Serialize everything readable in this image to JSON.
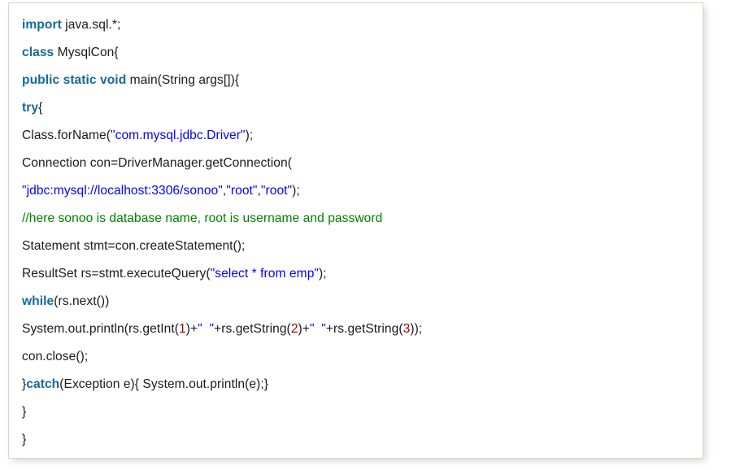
{
  "code_block": {
    "language": "java",
    "border_color": "#d7d7c2",
    "background_color": "#ffffff",
    "token_colors": {
      "keyword": "#15699c",
      "string": "#0000ff",
      "comment": "#008000",
      "number": "#9c0000",
      "plain": "#1a1a1a"
    },
    "lines": [
      {
        "id": "line-1",
        "tokens": [
          {
            "t": "kw",
            "v": "import"
          },
          {
            "t": "plain",
            "v": " java.sql.*;"
          }
        ]
      },
      {
        "id": "line-2",
        "tokens": [
          {
            "t": "kw",
            "v": "class"
          },
          {
            "t": "plain",
            "v": " MysqlCon{"
          }
        ]
      },
      {
        "id": "line-3",
        "tokens": [
          {
            "t": "kw",
            "v": "public static void"
          },
          {
            "t": "plain",
            "v": " main(String args[]){"
          }
        ]
      },
      {
        "id": "line-4",
        "tokens": [
          {
            "t": "kw",
            "v": "try"
          },
          {
            "t": "plain",
            "v": "{"
          }
        ]
      },
      {
        "id": "line-5",
        "tokens": [
          {
            "t": "plain",
            "v": "Class.forName("
          },
          {
            "t": "str",
            "v": "\"com.mysql.jdbc.Driver\""
          },
          {
            "t": "plain",
            "v": ");"
          }
        ]
      },
      {
        "id": "line-6",
        "tokens": [
          {
            "t": "plain",
            "v": "Connection con=DriverManager.getConnection("
          }
        ]
      },
      {
        "id": "line-7",
        "tokens": [
          {
            "t": "str",
            "v": "\"jdbc:mysql://localhost:3306/sonoo\""
          },
          {
            "t": "plain",
            "v": ","
          },
          {
            "t": "str",
            "v": "\"root\""
          },
          {
            "t": "plain",
            "v": ","
          },
          {
            "t": "str",
            "v": "\"root\""
          },
          {
            "t": "plain",
            "v": ");"
          }
        ]
      },
      {
        "id": "line-8",
        "tokens": [
          {
            "t": "cmt",
            "v": "//here sonoo is database name, root is username and password"
          }
        ]
      },
      {
        "id": "line-9",
        "tokens": [
          {
            "t": "plain",
            "v": "Statement stmt=con.createStatement();"
          }
        ]
      },
      {
        "id": "line-10",
        "tokens": [
          {
            "t": "plain",
            "v": "ResultSet rs=stmt.executeQuery("
          },
          {
            "t": "str",
            "v": "\"select * from emp\""
          },
          {
            "t": "plain",
            "v": ");"
          }
        ]
      },
      {
        "id": "line-11",
        "tokens": [
          {
            "t": "kw",
            "v": "while"
          },
          {
            "t": "plain",
            "v": "(rs.next())"
          }
        ]
      },
      {
        "id": "line-12",
        "tokens": [
          {
            "t": "plain",
            "v": "System.out.println(rs.getInt("
          },
          {
            "t": "num",
            "v": "1"
          },
          {
            "t": "plain",
            "v": ")+"
          },
          {
            "t": "str",
            "v": "\"  \""
          },
          {
            "t": "plain",
            "v": "+rs.getString("
          },
          {
            "t": "num",
            "v": "2"
          },
          {
            "t": "plain",
            "v": ")+"
          },
          {
            "t": "str",
            "v": "\"  \""
          },
          {
            "t": "plain",
            "v": "+rs.getString("
          },
          {
            "t": "num",
            "v": "3"
          },
          {
            "t": "plain",
            "v": "));"
          }
        ]
      },
      {
        "id": "line-13",
        "tokens": [
          {
            "t": "plain",
            "v": "con.close();"
          }
        ]
      },
      {
        "id": "line-14",
        "tokens": [
          {
            "t": "plain",
            "v": "}"
          },
          {
            "t": "kw",
            "v": "catch"
          },
          {
            "t": "plain",
            "v": "(Exception e){ System.out.println(e);}"
          }
        ]
      },
      {
        "id": "line-15",
        "tokens": [
          {
            "t": "plain",
            "v": "}"
          }
        ]
      },
      {
        "id": "line-16",
        "tokens": [
          {
            "t": "plain",
            "v": "}"
          }
        ]
      }
    ]
  }
}
